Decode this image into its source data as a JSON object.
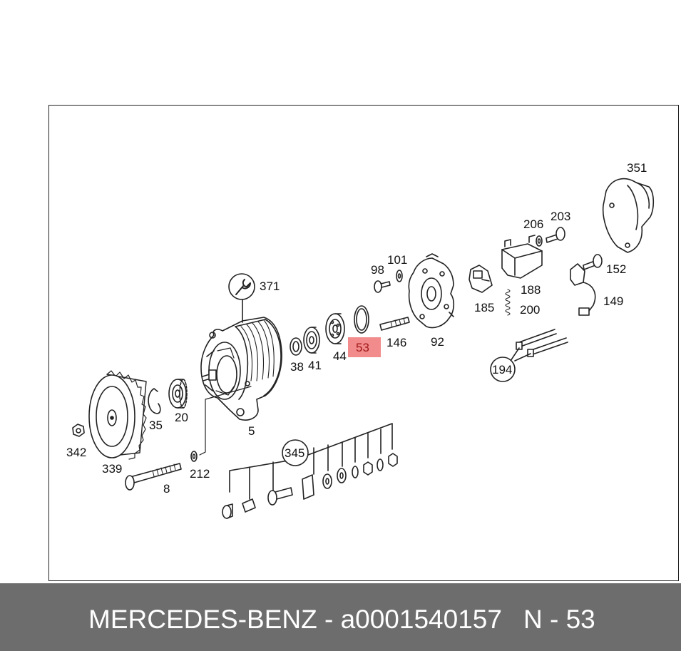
{
  "diagram": {
    "callouts": {
      "p371": "371",
      "p351": "351",
      "p206": "206",
      "p203": "203",
      "p101": "101",
      "p98": "98",
      "p152": "152",
      "p188": "188",
      "p185": "185",
      "p200": "200",
      "p149": "149",
      "p146": "146",
      "p92": "92",
      "p53": "53",
      "p44": "44",
      "p41": "41",
      "p38": "38",
      "p194": "194",
      "p5": "5",
      "p20": "20",
      "p35": "35",
      "p342": "342",
      "p339": "339",
      "p212": "212",
      "p8": "8",
      "p345": "345"
    },
    "highlight": {
      "part": "53",
      "color": "#f28b8b"
    }
  },
  "footer": {
    "brand_part": "MERCEDES-BENZ - a0001540157",
    "position_label": "N - 53",
    "background": "#6d6d6d"
  }
}
